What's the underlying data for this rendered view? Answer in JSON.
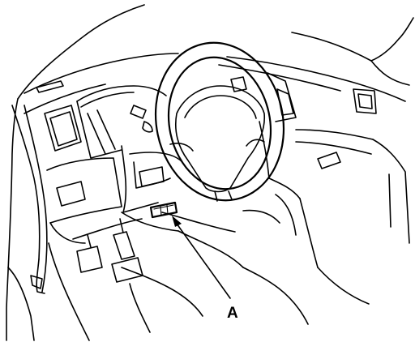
{
  "callouts": {
    "a": {
      "label": "A",
      "target": "connector-under-dash"
    }
  },
  "colors": {
    "line": "#000000",
    "background": "#ffffff"
  },
  "icons": {
    "callout_arrow": "arrow-pointer"
  }
}
